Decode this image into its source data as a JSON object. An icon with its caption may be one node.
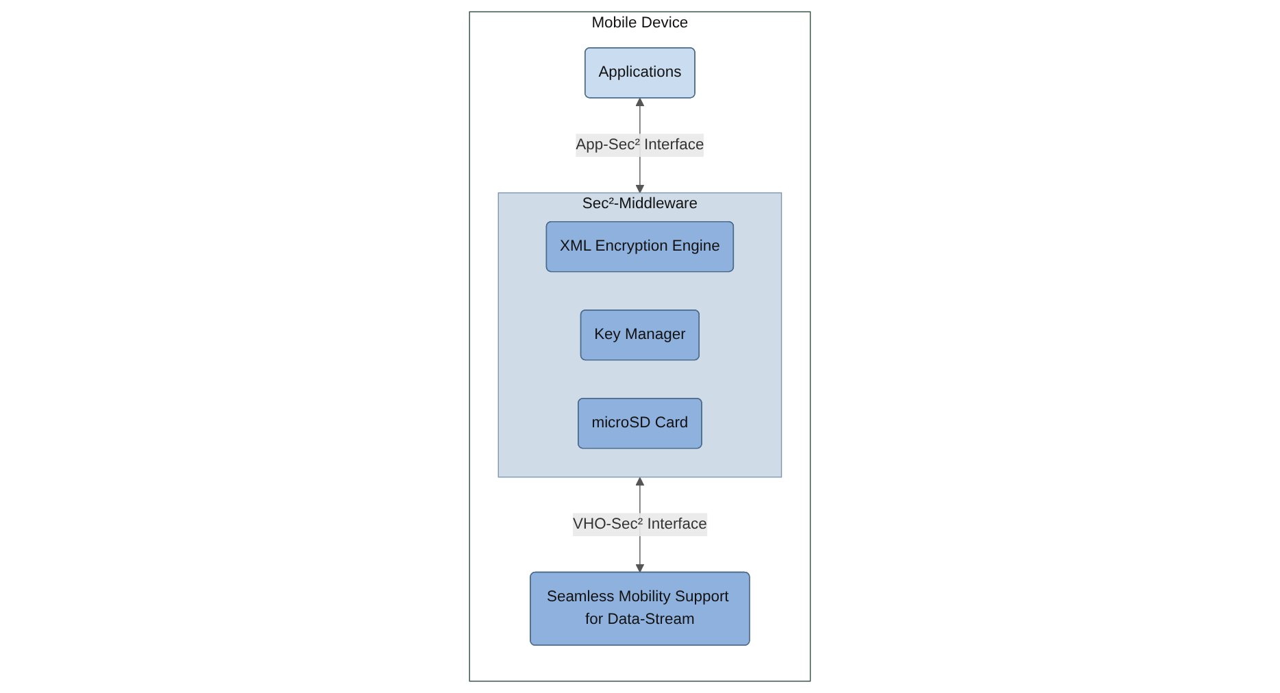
{
  "diagram": {
    "nodes": [
      {
        "text": [
          "Mobile Device"
        ]
      },
      {
        "text": [
          "Applications"
        ],
        "in": 0
      },
      {
        "text": [
          "Sec²-Middleware"
        ],
        "in": 0
      },
      {
        "text": [
          "XML Encryption Engine"
        ],
        "in": 2
      },
      {
        "text": [
          "Key Manager"
        ],
        "in": 2
      },
      {
        "text": [
          "microSD Card"
        ],
        "in": 2
      },
      {
        "text": [
          "Seamless Mobility Support for Data-Stream"
        ],
        "in": 0
      }
    ],
    "edges": [
      {
        "from": 1,
        "to": 2,
        "arrow": "both",
        "label": "App-Sec² Interface"
      },
      {
        "from": 2,
        "to": 6,
        "arrow": "both",
        "label": "VHO-Sec² Interface"
      }
    ]
  }
}
